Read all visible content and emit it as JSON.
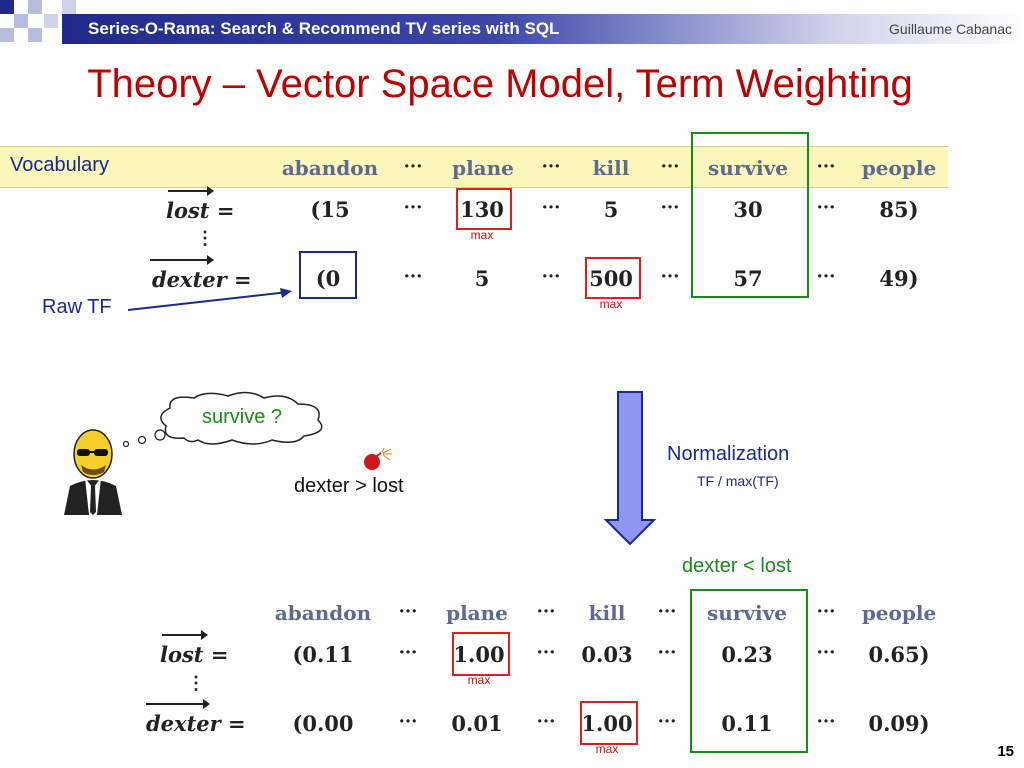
{
  "header": {
    "title": "Series-O-Rama: Search & Recommend TV series with SQL",
    "author": "Guillaume Cabanac"
  },
  "slide": {
    "title": "Theory – Vector Space Model,  Term Weighting",
    "page_number": "15"
  },
  "vocabulary_label": "Vocabulary",
  "terms": [
    "abandon",
    "···",
    "plane",
    "···",
    "kill",
    "···",
    "survive",
    "···",
    "people"
  ],
  "raw_tf": {
    "lost": {
      "label": "lost =",
      "values": [
        "(15",
        "···",
        "130",
        "···",
        "5",
        "···",
        "30",
        "···",
        "85)"
      ]
    },
    "dexter": {
      "label": "dexter =",
      "values": [
        "(0",
        "···",
        "5",
        "···",
        "500",
        "···",
        "57",
        "···",
        "49)"
      ]
    }
  },
  "normalized_tf": {
    "lost": {
      "label": "lost =",
      "values": [
        "(0.11",
        "···",
        "1.00",
        "···",
        "0.03",
        "···",
        "0.23",
        "···",
        "0.65)"
      ]
    },
    "dexter": {
      "label": "dexter =",
      "values": [
        "(0.00",
        "···",
        "0.01",
        "···",
        "1.00",
        "···",
        "0.11",
        "···",
        "0.09)"
      ]
    }
  },
  "vdots": "⋮",
  "max_label": "max",
  "raw_tf_label": "Raw TF",
  "thought": "survive ?",
  "comparison_before": "dexter > lost",
  "comparison_after": "dexter < lost",
  "normalization": {
    "title": "Normalization",
    "formula": "TF / max(TF)"
  },
  "colors": {
    "title": "#c00000",
    "header": "#1f2a8a",
    "highlight_red": "#e02020",
    "highlight_green": "#1a8a1a",
    "vocab_bg": "#fbf7bb"
  }
}
